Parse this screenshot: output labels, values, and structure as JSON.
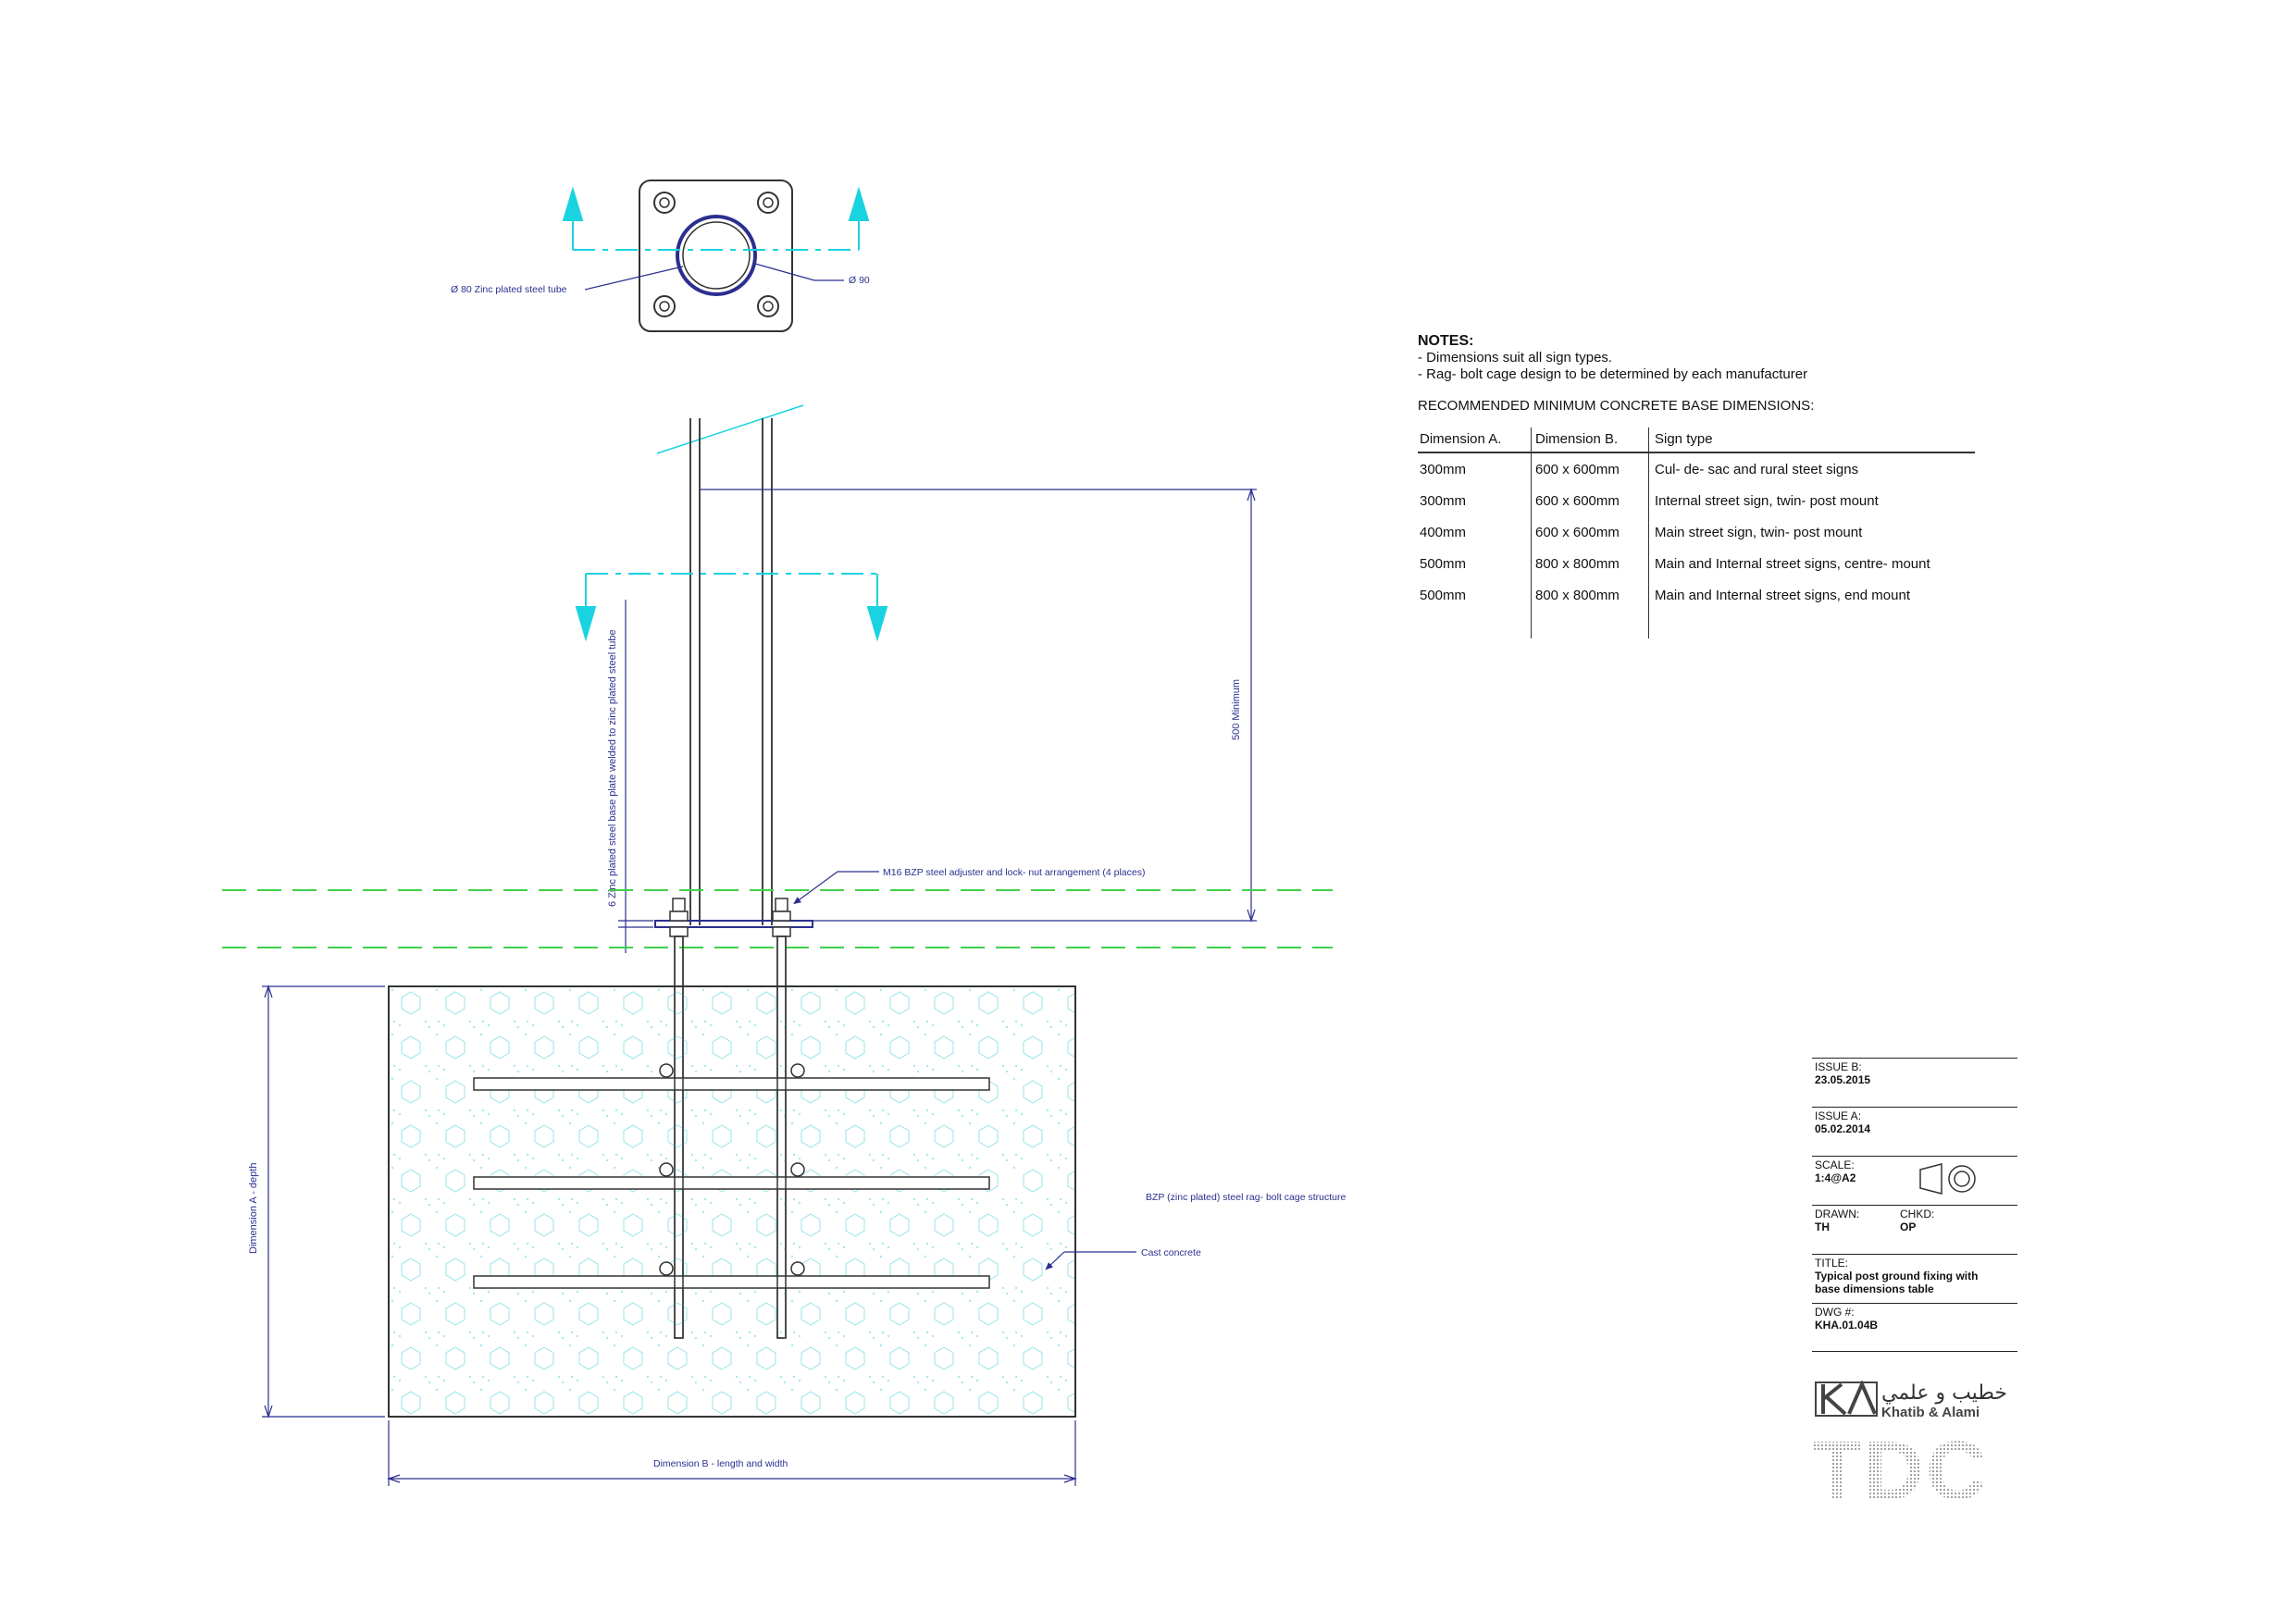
{
  "plan_view": {
    "tube_label": "Ø 80 Zinc plated steel tube",
    "diameter_label": "Ø 90"
  },
  "elevation": {
    "base_plate_label": "6 Zinc plated steel base plate welded to zinc plated steel tube",
    "min_height_label": "500 Minimum",
    "adjuster_label": "M16 BZP steel adjuster and lock- nut arrangement (4 places)",
    "cage_label": "BZP (zinc plated) steel rag- bolt cage structure",
    "concrete_label": "Cast concrete",
    "dim_a_label": "Dimension A - depth",
    "dim_b_label": "Dimension B -  length and width"
  },
  "notes": {
    "title": "NOTES:",
    "lines": [
      "-  Dimensions suit all sign types.",
      "-  Rag- bolt cage design to be determined by each manufacturer"
    ],
    "table_heading": "RECOMMENDED MINIMUM CONCRETE BASE DIMENSIONS:",
    "table": {
      "headers": [
        "Dimension A.",
        "Dimension B.",
        "Sign type"
      ],
      "rows": [
        [
          "300mm",
          "600 x 600mm",
          "Cul- de- sac and rural steet signs"
        ],
        [
          "300mm",
          "600 x 600mm",
          "Internal street sign, twin- post mount"
        ],
        [
          "400mm",
          "600 x 600mm",
          "Main street sign, twin- post mount"
        ],
        [
          "500mm",
          "800 x 800mm",
          "Main and Internal street signs, centre- mount"
        ],
        [
          "500mm",
          "800 x 800mm",
          "Main and Internal street signs, end mount"
        ]
      ]
    }
  },
  "title_block": {
    "issue_b_label": "ISSUE B:",
    "issue_b_date": "23.05.2015",
    "issue_a_label": "ISSUE A:",
    "issue_a_date": "05.02.2014",
    "scale_label": "SCALE:",
    "scale_value": "1:4@A2",
    "drawn_label": "DRAWN:",
    "drawn_value": "TH",
    "chkd_label": "CHKD:",
    "chkd_value": "OP",
    "title_label": "TITLE:",
    "title_value": "Typical post ground fixing with base dimensions table",
    "dwg_label": "DWG #:",
    "dwg_value": "KHA.01.04B"
  },
  "logos": {
    "company_arabic": "خطيب و علمي",
    "company_english": "Khatib & Alami",
    "tdc": "TDC"
  },
  "colors": {
    "line": "#2b2f8f",
    "cyan": "#19d3e0",
    "green": "#3fd14a",
    "concrete_pattern": "#a8e8ec"
  }
}
